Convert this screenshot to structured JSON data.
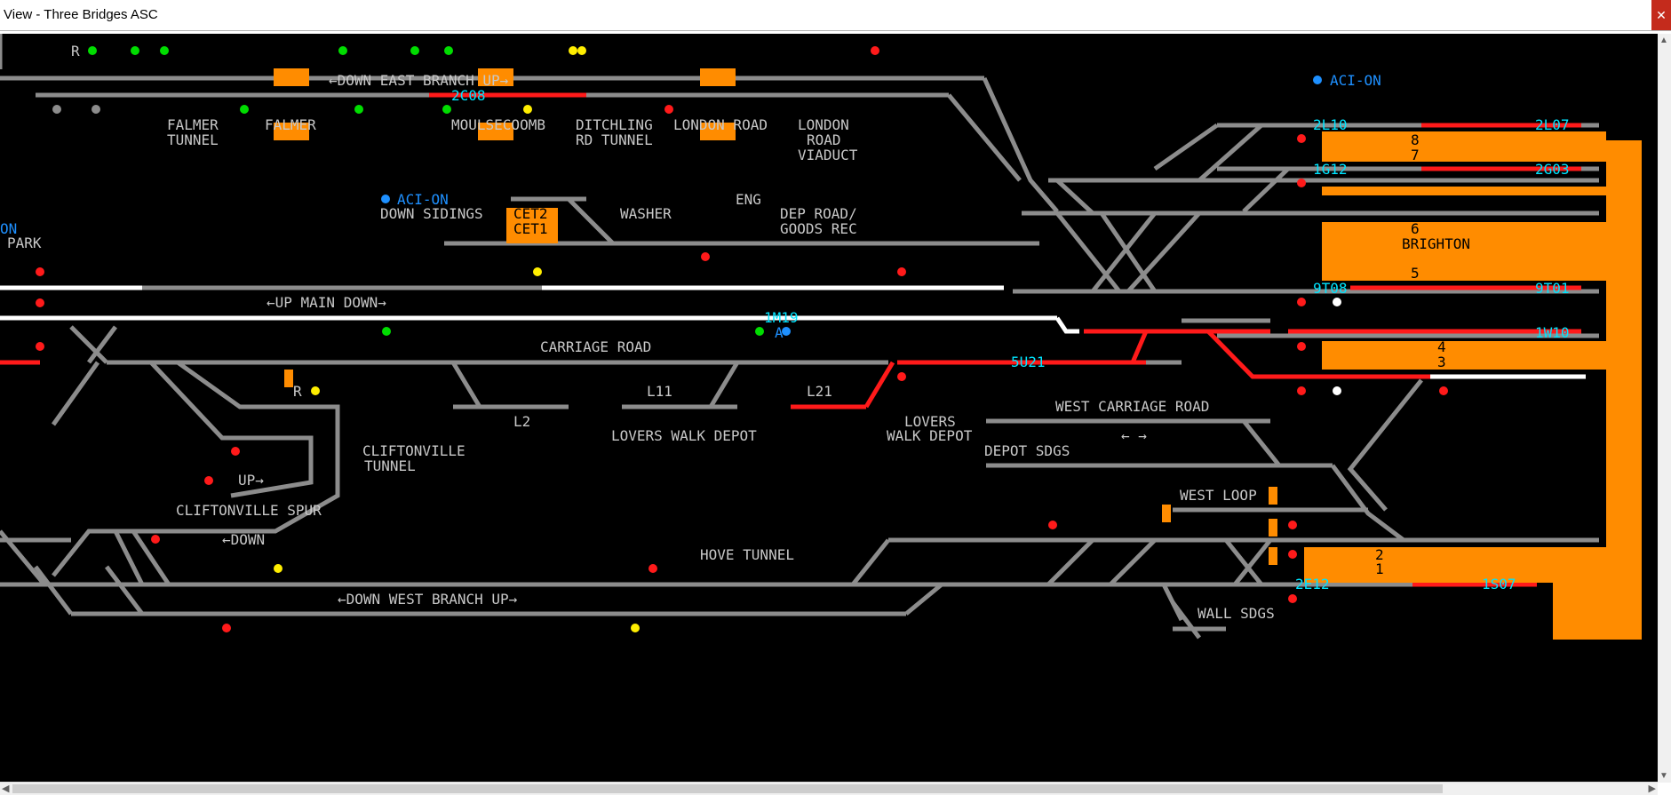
{
  "window": {
    "title": "View - Three Bridges ASC",
    "close_glyph": "✕"
  },
  "colors": {
    "track": "#8c8c8c",
    "occupied": "#ff1a1a",
    "route_set": "#ffffff",
    "platform": "#ff8c00",
    "berth_text": "#00e5ff",
    "aci": "#1e90ff",
    "label": "#c8c8c8"
  },
  "labels": {
    "falmer_tunnel_1": "FALMER",
    "falmer_tunnel_2": "TUNNEL",
    "falmer": "FALMER",
    "moulsecoomb": "MOULSECOOMB",
    "ditchling_1": "DITCHLING",
    "ditchling_2": "RD TUNNEL",
    "london_road": "LONDON ROAD",
    "lr_viaduct_1": "LONDON",
    "lr_viaduct_2": "ROAD",
    "lr_viaduct_3": "VIADUCT",
    "east_branch": "←DOWN EAST BRANCH UP→",
    "aci_on_1": "ACI-ON",
    "aci_on_2": "ACI-ON",
    "down_sidings": "DOWN SIDINGS",
    "washer": "WASHER",
    "eng": "ENG",
    "dep_road_1": "DEP ROAD/",
    "dep_road_2": "GOODS REC",
    "on_left": "ON",
    "park": "PARK",
    "up_main_down": "←UP MAIN DOWN→",
    "carriage_road": "CARRIAGE ROAD",
    "l11": "L11",
    "l21": "L21",
    "l2": "L2",
    "lovers_walk_depot": "LOVERS WALK DEPOT",
    "lovers_1": "LOVERS",
    "lovers_2": "WALK DEPOT",
    "west_carriage_road": "WEST CARRIAGE ROAD",
    "depot_sdgs": "DEPOT SDGS",
    "west_loop": "WEST LOOP",
    "cliftonville_tunnel_1": "CLIFTONVILLE",
    "cliftonville_tunnel_2": "TUNNEL",
    "cliftonville_spur": "CLIFTONVILLE SPUR",
    "up_arrow": "UP→",
    "down_arrow": "←DOWN",
    "hove_tunnel": "HOVE TUNNEL",
    "down_west_branch": "←DOWN WEST BRANCH UP→",
    "wall_sdgs": "WALL SDGS",
    "brighton": "BRIGHTON",
    "two_way_arrow": "← →",
    "r_letter": "R",
    "a_letter": "A"
  },
  "cet": [
    "CET2",
    "CET1"
  ],
  "berths": {
    "b_2c08": "2C08",
    "b_2l10": "2L10",
    "b_2l07": "2L07",
    "b_1g12": "1G12",
    "b_2g03": "2G03",
    "b_9t08": "9T08",
    "b_9t01": "9T01",
    "b_1m19": "1M19",
    "b_1w10": "1W10",
    "b_5u21": "5U21",
    "b_2e12": "2E12",
    "b_1s07": "1S07"
  },
  "platforms": [
    "8",
    "7",
    "6",
    "5",
    "4",
    "3",
    "2",
    "1"
  ]
}
